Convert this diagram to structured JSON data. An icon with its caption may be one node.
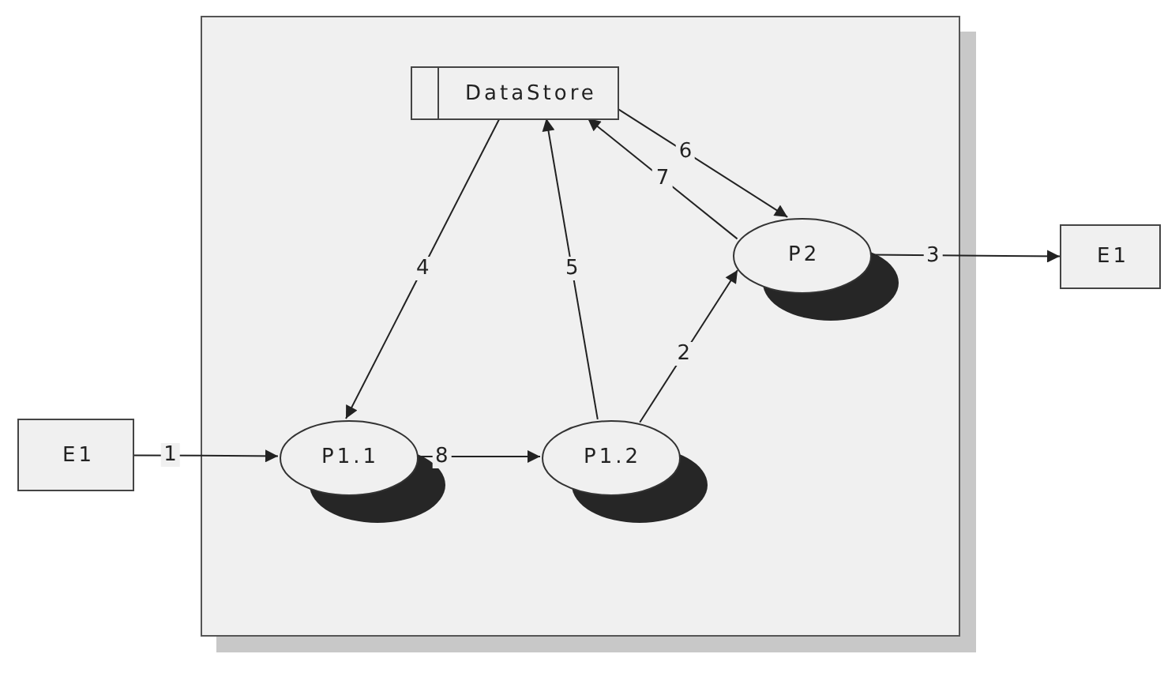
{
  "diagram": {
    "nodes": [
      {
        "text": [],
        "shape": "box"
      },
      {
        "text": [
          "DataStore"
        ],
        "in": 0
      },
      {
        "text": [
          "P1.1"
        ],
        "in": 0
      },
      {
        "text": [
          "P1.2"
        ],
        "in": 0
      },
      {
        "text": [
          "P2"
        ],
        "in": 0
      },
      {
        "text": [
          "E1"
        ]
      },
      {
        "text": [
          "E1"
        ]
      }
    ],
    "edges": [
      {
        "from": 5,
        "to": 2,
        "arrow": "to",
        "label": "1"
      },
      {
        "from": 2,
        "to": 3,
        "arrow": "to",
        "label": "8"
      },
      {
        "from": 1,
        "to": 2,
        "arrow": "to",
        "label": "4"
      },
      {
        "from": 3,
        "to": 1,
        "arrow": "to",
        "label": "5"
      },
      {
        "from": 3,
        "to": 4,
        "arrow": "to",
        "label": "2"
      },
      {
        "from": 1,
        "to": 4,
        "arrow": "to",
        "label": "6"
      },
      {
        "from": 4,
        "to": 1,
        "arrow": "to",
        "label": "7"
      },
      {
        "from": 4,
        "to": 6,
        "arrow": "to",
        "label": "3"
      }
    ]
  }
}
